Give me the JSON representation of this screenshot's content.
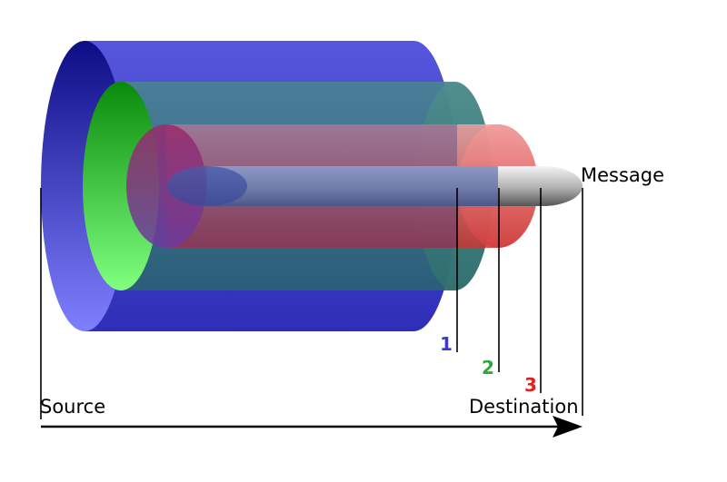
{
  "labels": {
    "message": "Message",
    "source": "Source",
    "destination": "Destination"
  },
  "layers": [
    {
      "number": "1",
      "color": "#3a3acb"
    },
    {
      "number": "2",
      "color": "#2aaa3a"
    },
    {
      "number": "3",
      "color": "#dd2222"
    }
  ],
  "colors": {
    "outer_layer": "#3b3bd0",
    "middle_layer": "#44cc44",
    "inner_layer": "#ee6666",
    "message": "#aaaaaa",
    "arrow": "#000000"
  }
}
